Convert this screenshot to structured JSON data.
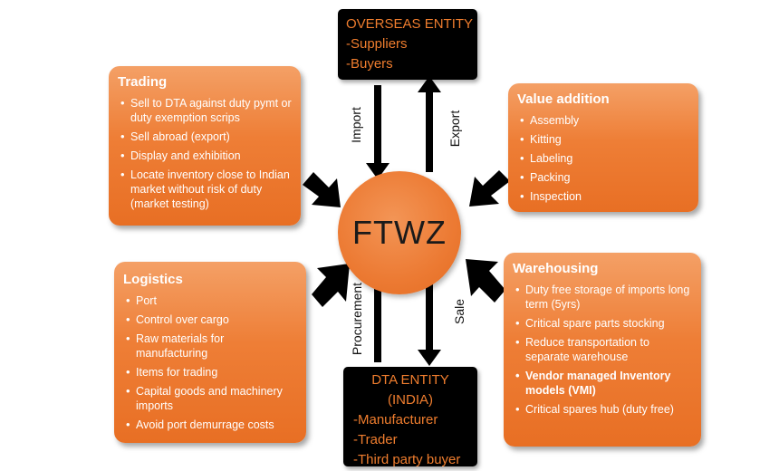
{
  "center": {
    "label": "FTWZ"
  },
  "overseas": {
    "title": "OVERSEAS ENTITY",
    "lines": [
      "-Suppliers",
      "-Buyers"
    ]
  },
  "dta": {
    "title": "DTA ENTITY",
    "subtitle": "(INDIA)",
    "lines": [
      "-Manufacturer",
      "-Trader",
      "-Third party buyer"
    ]
  },
  "flows": {
    "import": "Import",
    "export": "Export",
    "procurement": "Procurement",
    "sale": "Sale"
  },
  "trading": {
    "title": "Trading",
    "items": [
      "Sell to DTA against duty pymt or duty exemption scrips",
      "Sell abroad (export)",
      "Display and exhibition",
      "Locate inventory close to Indian market without risk of duty (market testing)"
    ]
  },
  "value_addition": {
    "title": "Value addition",
    "items": [
      "Assembly",
      "Kitting",
      "Labeling",
      "Packing",
      "Inspection"
    ]
  },
  "logistics": {
    "title": "Logistics",
    "items": [
      "Port",
      "Control over cargo",
      "Raw materials for manufacturing",
      "Items for trading",
      "Capital goods and machinery imports",
      "Avoid port demurrage costs"
    ]
  },
  "warehousing": {
    "title": "Warehousing",
    "items": [
      "Duty free storage of imports long term (5yrs)",
      "Critical spare parts stocking",
      "Reduce transportation to separate warehouse",
      "Vendor managed Inventory models (VMI)",
      "Critical spares hub (duty free)"
    ]
  },
  "colors": {
    "box_orange": "#ee7e36",
    "entity_bg": "#000000",
    "entity_text": "#ef7d2e",
    "arrow": "#000000"
  }
}
